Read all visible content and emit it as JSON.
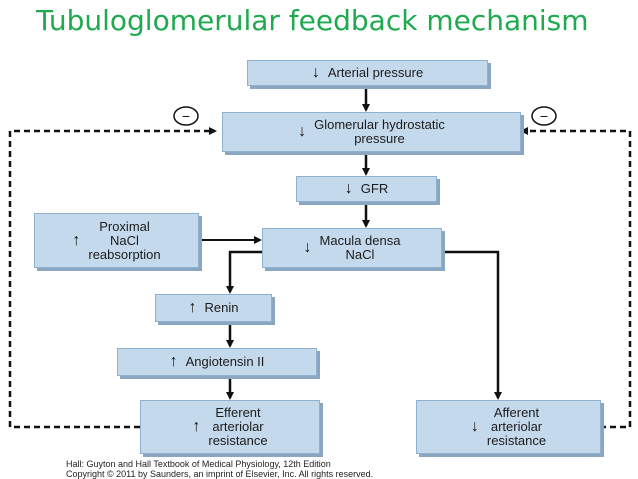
{
  "title": "Tubuloglomerular feedback mechanism",
  "nodes": {
    "arterial_pressure": {
      "arrow": "↓",
      "label": "Arterial pressure"
    },
    "glomerular_pressure": {
      "arrow": "↓",
      "label": "Glomerular hydrostatic\npressure"
    },
    "gfr": {
      "arrow": "↓",
      "label": "GFR"
    },
    "proximal": {
      "arrow": "↑",
      "label": "Proximal\nNaCl\nreabsorption"
    },
    "macula_densa": {
      "arrow": "↓",
      "label": "Macula densa\nNaCl"
    },
    "renin": {
      "arrow": "↑",
      "label": "Renin"
    },
    "angiotensin": {
      "arrow": "↑",
      "label": "Angiotensin II"
    },
    "efferent": {
      "arrow": "↑",
      "label": "Efferent\narteriolar\nresistance"
    },
    "afferent": {
      "arrow": "↓",
      "label": "Afferent\narteriolar\nresistance"
    }
  },
  "feedback_sign": "−",
  "footer": {
    "line1": "Hall: Guyton and Hall Textbook of Medical Physiology, 12th Edition",
    "line2": "Copyright © 2011 by Saunders, an imprint of Elsevier, Inc. All rights reserved."
  }
}
